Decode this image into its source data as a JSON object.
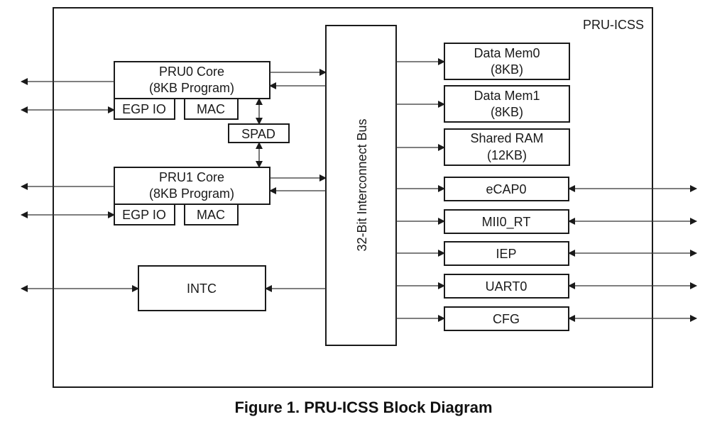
{
  "diagram": {
    "container_label": "PRU-ICSS",
    "bus_label": "32-Bit Interconnect Bus",
    "pru0": {
      "line1": "PRU0 Core",
      "line2": "(8KB Program)"
    },
    "pru1": {
      "line1": "PRU1 Core",
      "line2": "(8KB Program)"
    },
    "egp0": "EGP IO",
    "mac0": "MAC",
    "egp1": "EGP IO",
    "mac1": "MAC",
    "spad": "SPAD",
    "intc": "INTC",
    "memories": [
      {
        "line1": "Data Mem0",
        "line2": "(8KB)"
      },
      {
        "line1": "Data Mem1",
        "line2": "(8KB)"
      },
      {
        "line1": "Shared RAM",
        "line2": "(12KB)"
      }
    ],
    "peripherals": [
      "eCAP0",
      "MII0_RT",
      "IEP",
      "UART0",
      "CFG"
    ]
  },
  "caption": "Figure 1. PRU-ICSS Block Diagram"
}
